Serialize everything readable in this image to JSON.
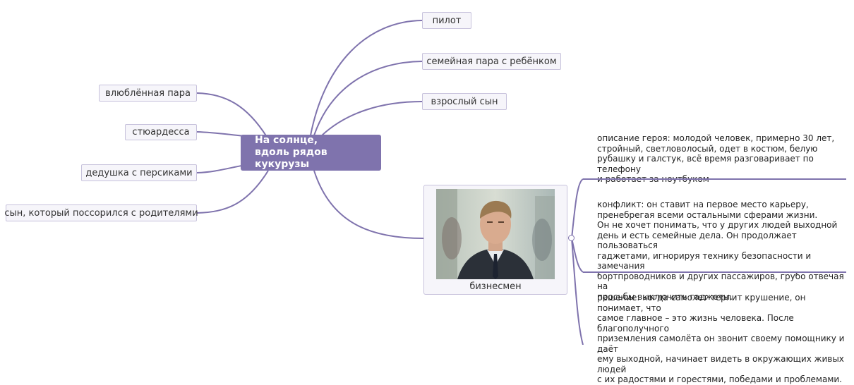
{
  "center": {
    "line1": "На солнце,",
    "line2": "вдоль рядов кукурузы"
  },
  "left_nodes": [
    {
      "label": "влюблённая пара"
    },
    {
      "label": "стюардесса"
    },
    {
      "label": "дедушка с персиками"
    },
    {
      "label": "сын, который поссорился с родителями"
    }
  ],
  "right_nodes": [
    {
      "label": "пилот"
    },
    {
      "label": "семейная пара с ребёнком"
    },
    {
      "label": "взрослый сын"
    }
  ],
  "businessman": {
    "label": "бизнесмен",
    "photo_icon": "businessman-photo"
  },
  "notes": [
    {
      "text": "описание героя: молодой человек, примерно 30 лет,\nстройный, светловолосый, одет в костюм, белую\nрубашку и галстук, всё время разговаривает по телефону\nи работает за ноутбуком"
    },
    {
      "text": "конфликт: он ставит на первое место карьеру,\nпренебрегая всеми остальными сферами жизни.\nОн не хочет понимать, что у других людей выходной\nдень и есть семейные дела. Он продолжает пользоваться\nгаджетами, игнорируя технику безопасности и замечания\nбортпроводников и других пассажиров, грубо отвечая на\nпросьбы выключить гаджеты."
    },
    {
      "text": "решение: когда самолет терпит крушение, он понимает, что\nсамое главное – это жизнь человека. После благополучного\nприземления самолёта он звонит своему помощнику и даёт\nему выходной, начинает видеть в окружающих живых людей\nс их радостями и горестями, победами и проблемами."
    }
  ],
  "colors": {
    "accent": "#7f73ad",
    "node_fill": "#f6f5fa",
    "node_border": "#c7c2dc"
  }
}
